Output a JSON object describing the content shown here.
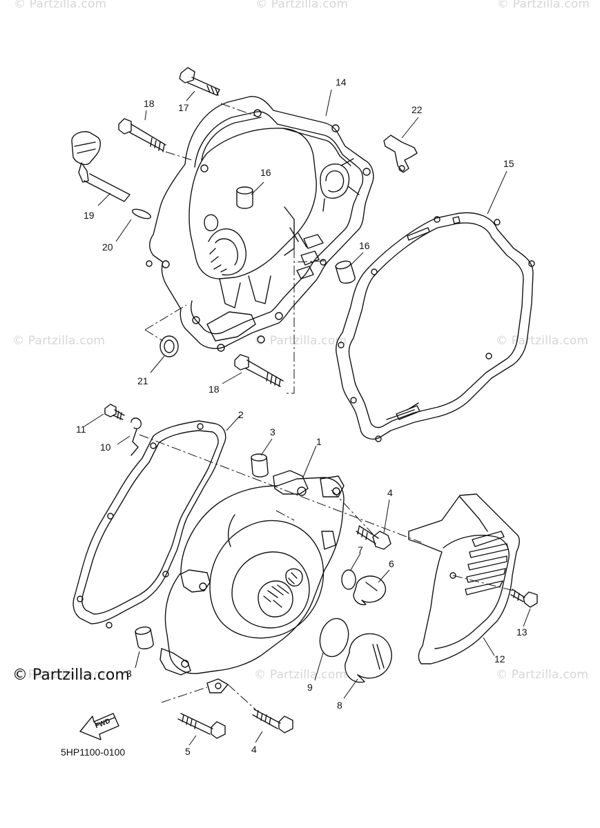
{
  "watermarks": [
    {
      "text": "© Partzilla.com"
    },
    {
      "text": "© Partzilla.com"
    },
    {
      "text": "© Partzilla.com"
    },
    {
      "text": "© Partzilla.com"
    },
    {
      "text": "© Partzilla.com"
    },
    {
      "text": "© Partzilla.com"
    },
    {
      "text": "© Partzilla.com"
    },
    {
      "text": "© Partzilla.com"
    },
    {
      "text": "© Partzilla.com"
    }
  ],
  "brand_label": "© Partzilla.com",
  "diagram_code": "5HP1100-0100",
  "fwd_label": "FWD",
  "callouts": [
    {
      "id": "1",
      "label": "1"
    },
    {
      "id": "2",
      "label": "2"
    },
    {
      "id": "3a",
      "label": "3"
    },
    {
      "id": "3b",
      "label": "3"
    },
    {
      "id": "4a",
      "label": "4"
    },
    {
      "id": "4b",
      "label": "4"
    },
    {
      "id": "5",
      "label": "5"
    },
    {
      "id": "6",
      "label": "6"
    },
    {
      "id": "7",
      "label": "7"
    },
    {
      "id": "8",
      "label": "8"
    },
    {
      "id": "9",
      "label": "9"
    },
    {
      "id": "10",
      "label": "10"
    },
    {
      "id": "11",
      "label": "11"
    },
    {
      "id": "12",
      "label": "12"
    },
    {
      "id": "13",
      "label": "13"
    },
    {
      "id": "14",
      "label": "14"
    },
    {
      "id": "15",
      "label": "15"
    },
    {
      "id": "16a",
      "label": "16"
    },
    {
      "id": "16b",
      "label": "16"
    },
    {
      "id": "17",
      "label": "17"
    },
    {
      "id": "18a",
      "label": "18"
    },
    {
      "id": "18b",
      "label": "18"
    },
    {
      "id": "19",
      "label": "19"
    },
    {
      "id": "20",
      "label": "20"
    },
    {
      "id": "21",
      "label": "21"
    },
    {
      "id": "22",
      "label": "22"
    }
  ]
}
